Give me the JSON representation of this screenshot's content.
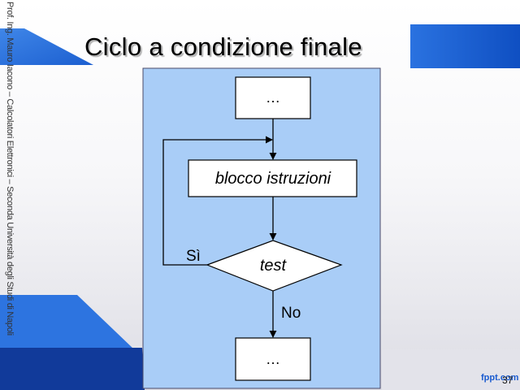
{
  "slide": {
    "title": "Ciclo a condizione finale",
    "side_text": "Prof. Ing. Mauro Iacono – Calcolatori Elettronici – Seconda Università degli Studi di Napoli",
    "page_number": "37",
    "brand": "fppt.com"
  },
  "flowchart": {
    "start_box": "…",
    "process_box": "blocco istruzioni",
    "decision": "test",
    "yes_label": "Sì",
    "no_label": "No",
    "end_box": "…"
  },
  "colors": {
    "panel_fill": "#a9cdf7",
    "accent_blue": "#1e66d8",
    "dark_blue": "#123b9c"
  }
}
